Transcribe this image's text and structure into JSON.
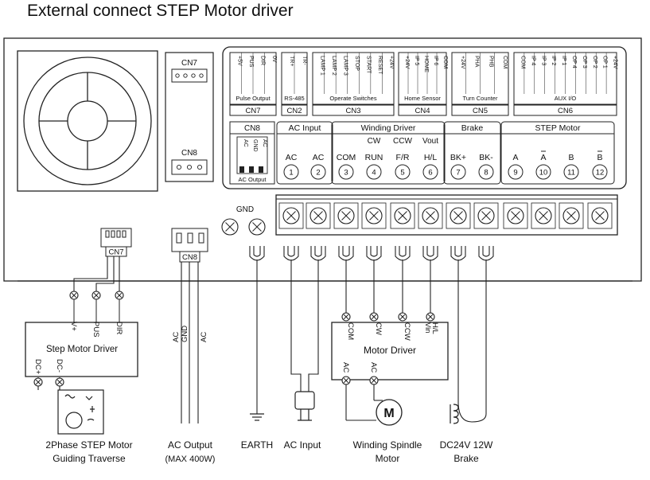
{
  "title": "External connect STEP Motor driver",
  "connectors": {
    "cn7": "CN7",
    "cn8": "CN8",
    "header_groups": [
      {
        "id": "CN7",
        "label": "CN7",
        "sublabel": "Pulse Output",
        "pins": [
          "+5V",
          "PUS",
          "DIR",
          "0V"
        ]
      },
      {
        "id": "CN2",
        "label": "CN2",
        "sublabel": "RS-485",
        "pins": [
          "TR+",
          "TR-"
        ]
      },
      {
        "id": "CN3",
        "label": "CN3",
        "sublabel": "Operate Switches",
        "pins": [
          "LAMP 1",
          "LAMP 2",
          "LAMP 3",
          "STOP",
          "START",
          "RESET",
          "+24V"
        ]
      },
      {
        "id": "CN4",
        "label": "CN4",
        "sublabel": "Home Sensor",
        "pins": [
          "+24V",
          "IP 5",
          "HOME",
          "IP 6",
          "COM"
        ]
      },
      {
        "id": "CN5",
        "label": "CN5",
        "sublabel": "Turn Counter",
        "pins": [
          "+24V",
          "PHA",
          "PHB",
          "COM"
        ]
      },
      {
        "id": "CN6",
        "label": "CN6",
        "sublabel": "AUX I/O",
        "pins": [
          "COM",
          "IP 4",
          "IP 3",
          "IP 2",
          "IP 1",
          "OP 4",
          "OP 3",
          "OP 2",
          "OP 1",
          "+24V"
        ]
      }
    ],
    "cn8_block": {
      "label": "CN8",
      "pins": [
        "AC",
        "GND",
        "AC"
      ],
      "sublabel": "AC Output"
    }
  },
  "terminal_groups": [
    {
      "label": "AC Input",
      "count": 2
    },
    {
      "label": "Winding Driver",
      "count": 4
    },
    {
      "label": "Brake",
      "count": 2
    },
    {
      "label": "STEP Motor",
      "count": 4
    }
  ],
  "terminals": [
    {
      "num": "1",
      "label": "AC"
    },
    {
      "num": "2",
      "label": "AC"
    },
    {
      "num": "3",
      "label": "COM"
    },
    {
      "num": "4",
      "label": "RUN",
      "top": "CW"
    },
    {
      "num": "5",
      "label": "F/R",
      "top": "CCW"
    },
    {
      "num": "6",
      "label": "H/L",
      "top": "Vout"
    },
    {
      "num": "7",
      "label": "BK+"
    },
    {
      "num": "8",
      "label": "BK-"
    },
    {
      "num": "9",
      "label": "A"
    },
    {
      "num": "10",
      "label": "A",
      "bar": true
    },
    {
      "num": "11",
      "label": "B"
    },
    {
      "num": "12",
      "label": "B",
      "bar": true
    }
  ],
  "gnd_label": "GND",
  "step_driver": {
    "title": "Step Motor Driver",
    "inputs": [
      "V+",
      "PUS",
      "DIR"
    ],
    "power": [
      "DC+",
      "DC-"
    ]
  },
  "motor_driver": {
    "title": "Motor Driver",
    "inputs": [
      "COM",
      "CW",
      "CCW",
      "H/L\nVin"
    ],
    "ac": [
      "AC",
      "AC"
    ]
  },
  "cn8_wires": [
    "AC",
    "GND",
    "AC"
  ],
  "motor_symbol": "M",
  "bottom_labels": [
    {
      "line1": "2Phase STEP Motor",
      "line2": "Guiding Traverse"
    },
    {
      "line1": "AC Output",
      "line2": "(MAX 400W)"
    },
    {
      "line1": "EARTH",
      "line2": ""
    },
    {
      "line1": "AC Input",
      "line2": ""
    },
    {
      "line1": "Winding Spindle",
      "line2": "Motor"
    },
    {
      "line1": "DC24V 12W",
      "line2": "Brake"
    }
  ]
}
